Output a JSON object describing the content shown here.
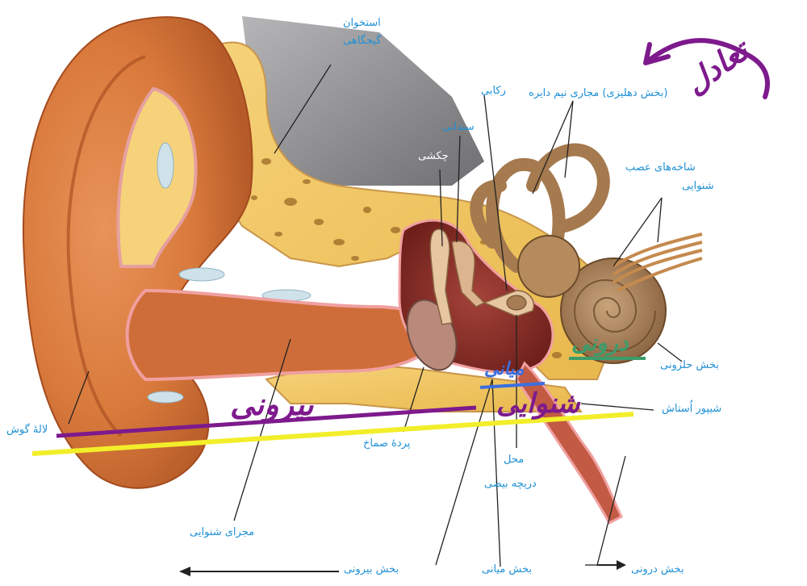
{
  "colors": {
    "label_blue": "#1e90d6",
    "label_white": "#ffffff",
    "black_text": "#222222",
    "annot_purple": "#7d1a8c",
    "annot_blue": "#3b6fe0",
    "annot_green": "#3c9c6a",
    "annot_yellow": "#f2ee2a"
  },
  "labels": {
    "temporal_bone_1": "استخوان",
    "temporal_bone_2": "گیجگاهی",
    "stapes": "رکابی",
    "incus": "سندانی",
    "malleus": "چکشی",
    "semicircular_canals": "(بخش دهلیزی) مجاری نیم دایره",
    "auditory_nerve_1": "شاخه‌های عصب",
    "auditory_nerve_2": "شنوایی",
    "cochlea": "بخش حلزونی",
    "eustachian_tube": "شیپور اُستاش",
    "auricle": "لالهٔ گوش",
    "eardrum": "پردهٔ صماخ",
    "oval_window_1": "محل",
    "oval_window_2": "دریچه بیضی",
    "ear_canal": "مجرای شنوایی",
    "outer_part": "بخش بیرونی",
    "middle_part": "بخش میانی",
    "inner_part": "بخش درونی"
  },
  "annotations": {
    "outer": "بیرونی",
    "middle": "میانی",
    "hearing": "شنوایی",
    "inner": "درونی",
    "corner": "تعادل"
  }
}
